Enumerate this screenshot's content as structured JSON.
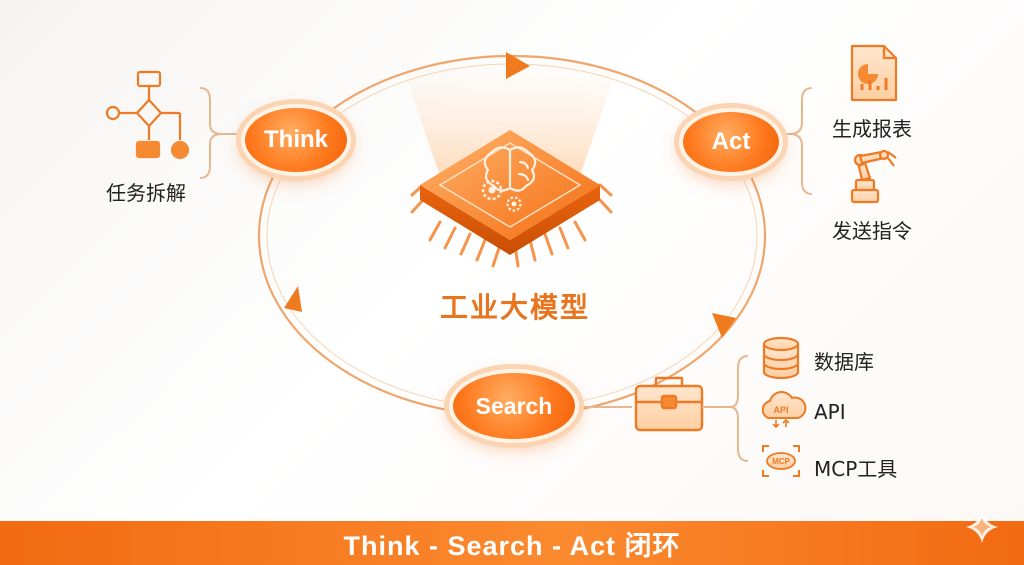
{
  "loop": {
    "think": "Think",
    "act": "Act",
    "search": "Search",
    "core": "工业大模型"
  },
  "think_branch": {
    "label": "任务拆解",
    "icon": "flowchart-icon"
  },
  "act_branch": {
    "items": [
      {
        "label": "生成报表",
        "icon": "report-icon"
      },
      {
        "label": "发送指令",
        "icon": "robot-arm-icon"
      }
    ]
  },
  "search_branch": {
    "hub_icon": "toolbox-icon",
    "items": [
      {
        "label": "数据库",
        "icon": "database-icon"
      },
      {
        "label": "API",
        "icon": "api-cloud-icon",
        "icon_text": "API"
      },
      {
        "label": "MCP工具",
        "icon": "mcp-icon",
        "icon_text": "MCP"
      }
    ]
  },
  "footer": {
    "title": "Think - Search - Act 闭环"
  },
  "colors": {
    "accent": "#f26a12",
    "accent_light": "#ffad62",
    "ring": "#f0a56a",
    "text": "#222222"
  }
}
